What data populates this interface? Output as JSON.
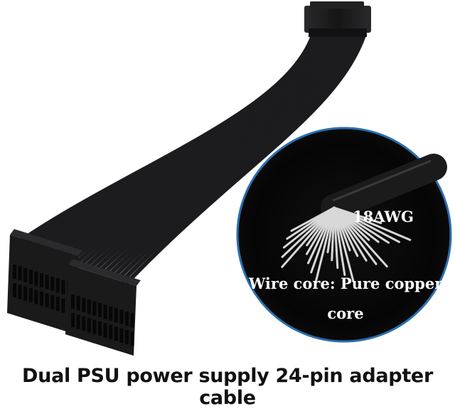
{
  "inset": {
    "gauge_label": "18AWG",
    "core_label": "Wire core: Pure copper core"
  },
  "caption": "Dual PSU power supply 24-pin adapter cable",
  "colors": {
    "cable": "#1c1c1e",
    "inset_bg": "#050505",
    "inset_ring": "#2a6fb0",
    "copper_strand": "#d8d8d8"
  }
}
